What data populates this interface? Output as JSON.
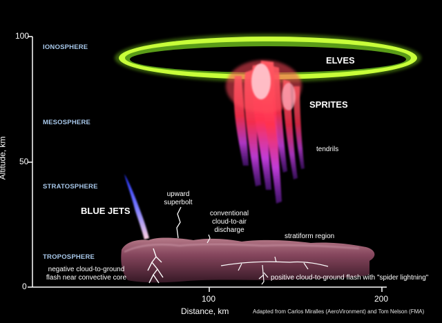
{
  "axes": {
    "y_label": "Altitude, km",
    "x_label": "Distance, km",
    "y_ticks": [
      "0",
      "50",
      "100"
    ],
    "x_ticks": [
      "100",
      "200"
    ]
  },
  "layers": {
    "ionosphere": "IONOSPHERE",
    "mesosphere": "MESOSPHERE",
    "stratosphere": "STRATOSPHERE",
    "troposphere": "TROPOSPHERE"
  },
  "phenomena": {
    "elves": "ELVES",
    "sprites": "SPRITES",
    "tendrils": "tendrils",
    "blue_jets": "BLUE JETS",
    "upward_superbolt": "upward superbolt",
    "conventional_discharge": "conventional cloud-to-air discharge",
    "stratiform_region": "stratiform region",
    "negative_flash": "negative cloud-to-ground flash near convective core",
    "positive_flash": "positive cloud-to-ground flash with \"spider lightning\""
  },
  "credit": {
    "line1": "Adapted from Carlos Miralles (AeroVironment) and Tom Nelson (FMA)"
  },
  "colors": {
    "elves_ring": "#c8ff3a",
    "sprite_top": "#ff3b3b",
    "sprite_bottom": "#b03cff",
    "blue_jet": "#3050ff",
    "cloud": "#7a3f5a",
    "layer_text": "#a8c8ea"
  }
}
